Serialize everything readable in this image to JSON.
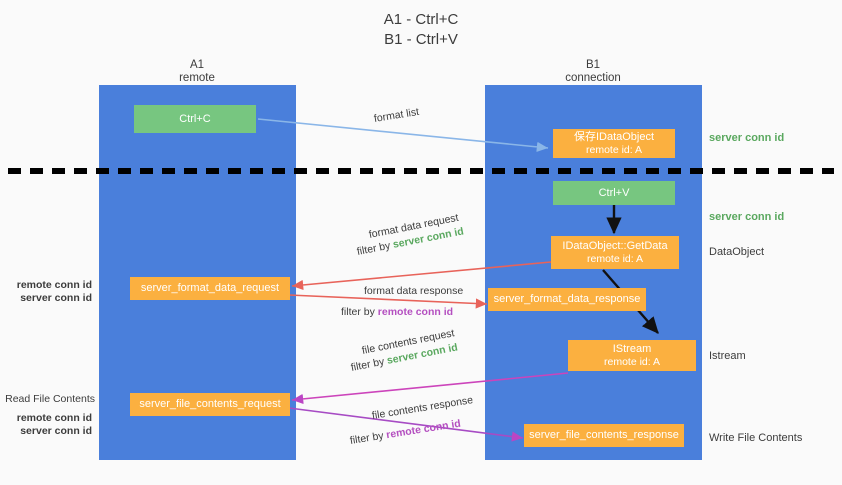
{
  "title": {
    "line1": "A1 - Ctrl+C",
    "line2": "B1 - Ctrl+V"
  },
  "columns": [
    {
      "name": "A1",
      "sub": "remote"
    },
    {
      "name": "B1",
      "sub": "connection"
    }
  ],
  "nodes": {
    "ctrl_c": {
      "line1": "Ctrl+C"
    },
    "save_idataobject": {
      "line1": "保存IDataObject",
      "line2": "remote id: A"
    },
    "ctrl_v": {
      "line1": "Ctrl+V"
    },
    "idataobject_getdata": {
      "line1": "IDataObject::GetData",
      "line2": "remote id: A"
    },
    "server_format_data_request": {
      "line1": "server_format_data_request"
    },
    "server_format_data_response": {
      "line1": "server_format_data_response"
    },
    "istream": {
      "line1": "IStream",
      "line2": "remote id: A"
    },
    "server_file_contents_request": {
      "line1": "server_file_contents_request"
    },
    "server_file_contents_response": {
      "line1": "server_file_contents_response"
    }
  },
  "edges": {
    "format_list": {
      "text": "format list"
    },
    "format_data_request": {
      "text": "format data request",
      "filter_prefix": "filter by ",
      "filter_id": "server conn id"
    },
    "format_data_response": {
      "text": "format data response",
      "filter_prefix": "filter by ",
      "filter_id": "remote conn id"
    },
    "file_contents_request": {
      "text": "file contents request",
      "filter_prefix": "filter by ",
      "filter_id": "server conn id"
    },
    "file_contents_response": {
      "text": "file contents response",
      "filter_prefix": "filter by ",
      "filter_id": "remote conn id"
    }
  },
  "side_labels": {
    "server_conn_id_top": "server conn id",
    "server_conn_id_second": "server conn id",
    "dataobject": "DataObject",
    "istream": "Istream",
    "write_file_contents": "Write File Contents"
  },
  "gutter_labels": {
    "mid_remote": "remote conn id",
    "mid_server": "server conn id",
    "read_file_contents": "Read File Contents",
    "low_remote": "remote conn id",
    "low_server": "server conn id"
  },
  "colors": {
    "lane": "#4a7fdb",
    "green_box": "#77c680",
    "orange_box": "#fbb040",
    "server_conn": "#5aa85f",
    "remote_conn": "#b44fc0",
    "arrow_blue": "#8ab6e8",
    "arrow_red": "#e8635a",
    "arrow_pink": "#cc44bb",
    "arrow_black": "#000000",
    "divider": "#000000"
  }
}
